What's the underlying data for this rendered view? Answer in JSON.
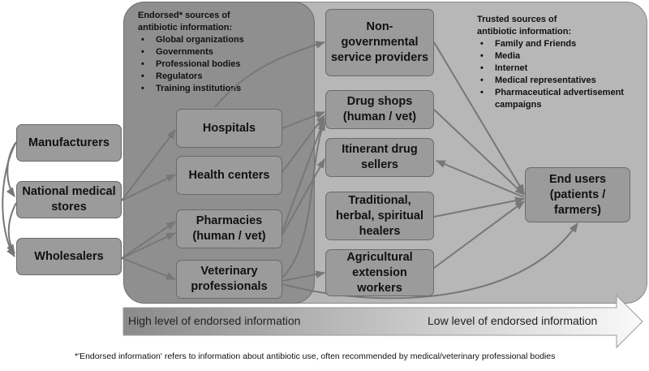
{
  "endorsed_panel": {
    "header": "Endorsed* sources of antibiotic information:",
    "items": [
      "Global organizations",
      "Governments",
      "Professional bodies",
      "Regulators",
      "Training institutions"
    ]
  },
  "trusted_panel": {
    "header": "Trusted sources of antibiotic information:",
    "items": [
      "Family and Friends",
      "Media",
      "Internet",
      "Medical representatives",
      "Pharmaceutical advertisement campaigns"
    ]
  },
  "bullet_glyph": "•",
  "nodes": {
    "manufacturers": "Manufacturers",
    "national_medical_stores": "National medical stores",
    "wholesalers": "Wholesalers",
    "hospitals": "Hospitals",
    "health_centers": "Health centers",
    "pharmacies": "Pharmacies (human / vet)",
    "veterinary_professionals": "Veterinary professionals",
    "ngo_providers": "Non-governmental service providers",
    "drug_shops": "Drug shops (human / vet)",
    "itinerant_sellers": "Itinerant drug sellers",
    "traditional_healers": "Traditional, herbal, spiritual healers",
    "agricultural_workers": "Agricultural extension workers",
    "end_users": "End users (patients / farmers)"
  },
  "gradient_bar": {
    "left_label": "High level of endorsed information",
    "right_label": "Low level of endorsed information"
  },
  "footnote": "*'Endorsed information' refers to information about antibiotic use, often recommended by medical/veterinary professional bodies",
  "colors": {
    "endorsed_region": "#8f8f8f",
    "trusted_region": "#b7b7b7",
    "node_fill": "#9b9b9b",
    "arrow": "#777777"
  }
}
